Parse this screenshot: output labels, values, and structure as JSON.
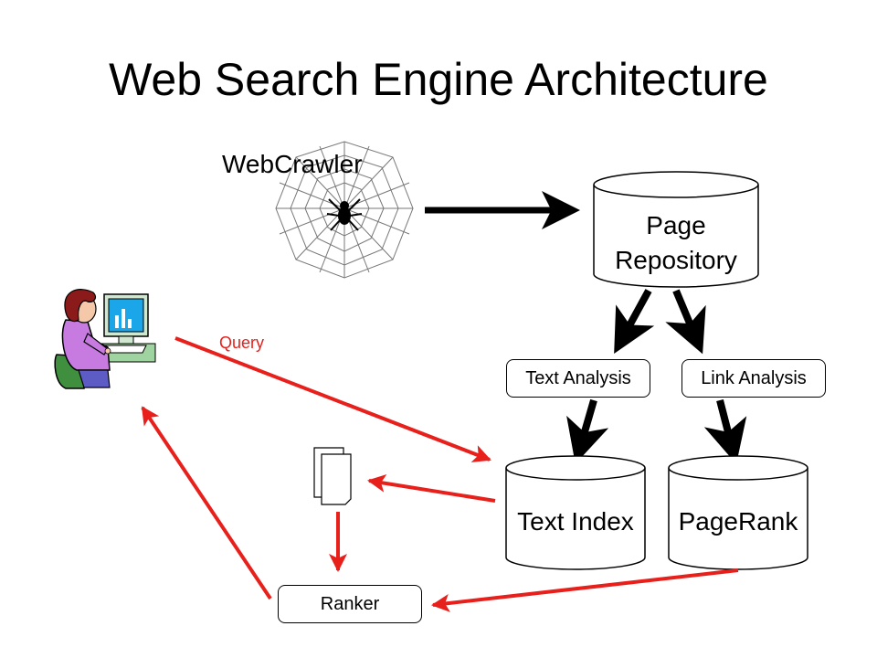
{
  "title": "Web Search Engine Architecture",
  "nodes": {
    "webcrawler": "WebCrawler",
    "page_repository_line1": "Page",
    "page_repository_line2": "Repository",
    "text_analysis": "Text Analysis",
    "link_analysis": "Link Analysis",
    "text_index": "Text Index",
    "pagerank": "PageRank",
    "ranker": "Ranker"
  },
  "edges": {
    "query": "Query"
  },
  "colors": {
    "flow_arrow": "#e8201c",
    "build_arrow": "#000000",
    "shirt": "#c77ae0",
    "hair": "#8b1a1a",
    "monitor": "#1aa6e8"
  }
}
